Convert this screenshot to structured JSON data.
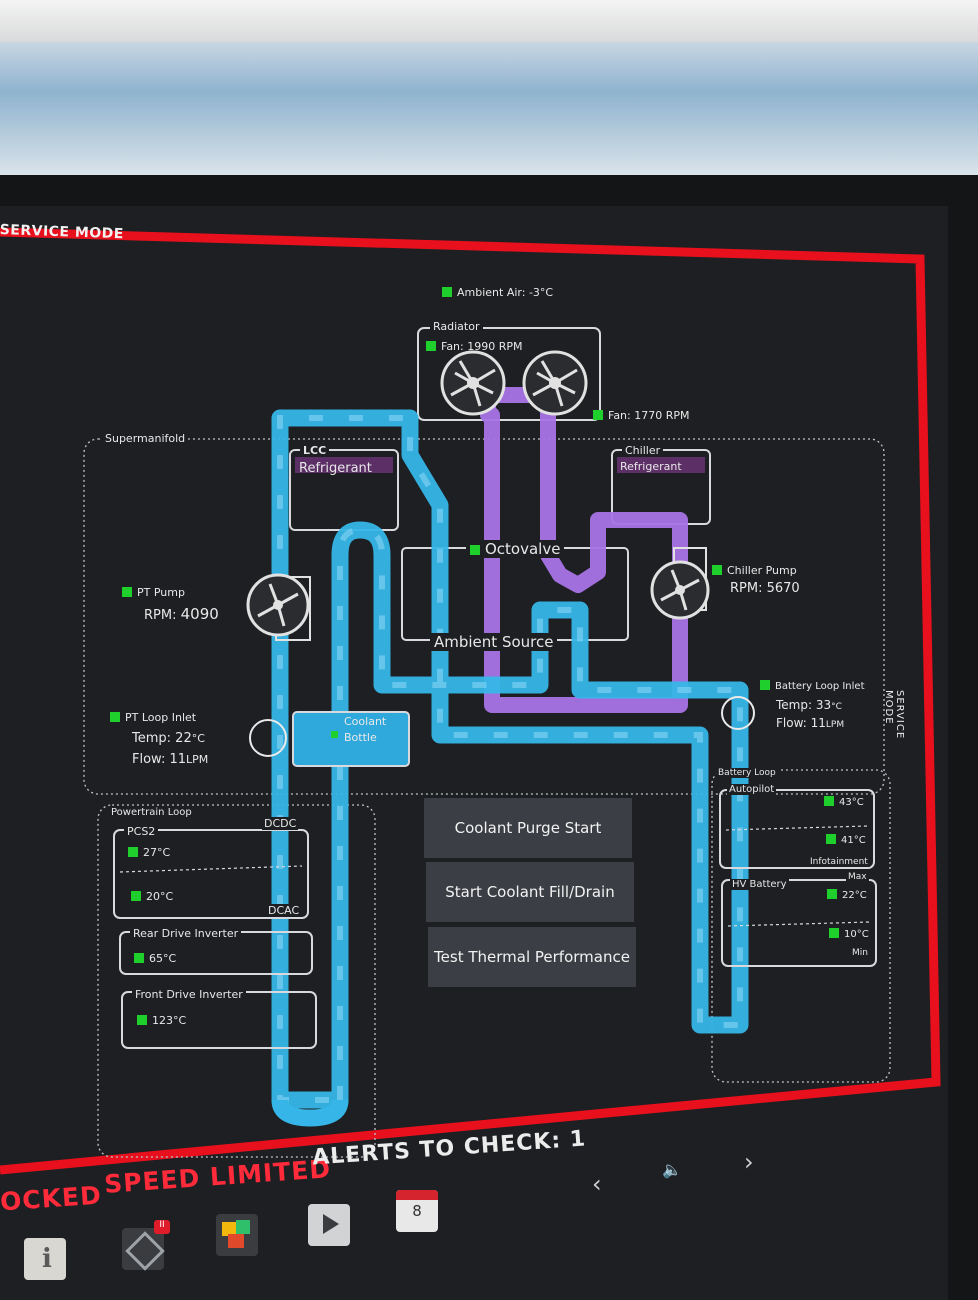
{
  "mode_label": "SERVICE MODE",
  "ambient": {
    "label": "Ambient Air: -3°C"
  },
  "radiator": {
    "title": "Radiator",
    "fan_left": "Fan: 1990 RPM",
    "fan_right": "Fan: 1770 RPM"
  },
  "supermanifold": {
    "title": "Supermanifold"
  },
  "lcc": {
    "title": "LCC",
    "sub": "Refrigerant"
  },
  "chiller": {
    "title": "Chiller",
    "sub": "Refrigerant"
  },
  "octovalve": {
    "title": "Octovalve"
  },
  "ambient_source": {
    "title": "Ambient Source"
  },
  "pt_pump": {
    "title": "PT Pump",
    "rpm_label": "RPM:",
    "rpm_value": "4090"
  },
  "chiller_pump": {
    "title": "Chiller Pump",
    "rpm_label": "RPM:",
    "rpm_value": "5670"
  },
  "pt_loop_inlet": {
    "title": "PT Loop Inlet",
    "temp_label": "Temp:",
    "temp_value": "22",
    "temp_unit": "°C",
    "flow_label": "Flow:",
    "flow_value": "11",
    "flow_unit": "LPM"
  },
  "battery_loop_inlet": {
    "title": "Battery Loop Inlet",
    "temp_label": "Temp:",
    "temp_value": "33",
    "temp_unit": "°C",
    "flow_label": "Flow:",
    "flow_value": "11",
    "flow_unit": "LPM"
  },
  "coolant_bottle": {
    "line1": "Coolant",
    "line2": "Bottle"
  },
  "powertrain_loop": {
    "title": "Powertrain Loop",
    "pcs2": {
      "title": "PCS2",
      "t1": "27°C",
      "t2": "20°C",
      "dcdc": "DCDC",
      "dcac": "DCAC"
    },
    "rear_inverter": {
      "title": "Rear Drive Inverter",
      "temp": "65°C"
    },
    "front_inverter": {
      "title": "Front Drive Inverter",
      "temp": "123°C"
    }
  },
  "battery_loop": {
    "title": "Battery Loop",
    "autopilot": {
      "title": "Autopilot",
      "t1": "43°C",
      "t2": "41°C",
      "infotainment": "Infotainment"
    },
    "hv_battery": {
      "title": "HV Battery",
      "max_label": "Max",
      "max": "22°C",
      "min": "10°C",
      "min_label": "Min"
    }
  },
  "buttons": {
    "purge": "Coolant Purge Start",
    "fill": "Start Coolant Fill/Drain",
    "test": "Test Thermal Performance"
  },
  "status": {
    "locked": "OCKED",
    "speed": "SPEED LIMITED",
    "alerts": "ALERTS TO CHECK: 1"
  },
  "dock": {
    "calendar_day": "8",
    "badge": "II"
  },
  "colors": {
    "coolant": "#36b6e8",
    "refrigerant": "#a874e6",
    "accent_red": "#e8101c",
    "ok_green": "#1fd02c"
  }
}
